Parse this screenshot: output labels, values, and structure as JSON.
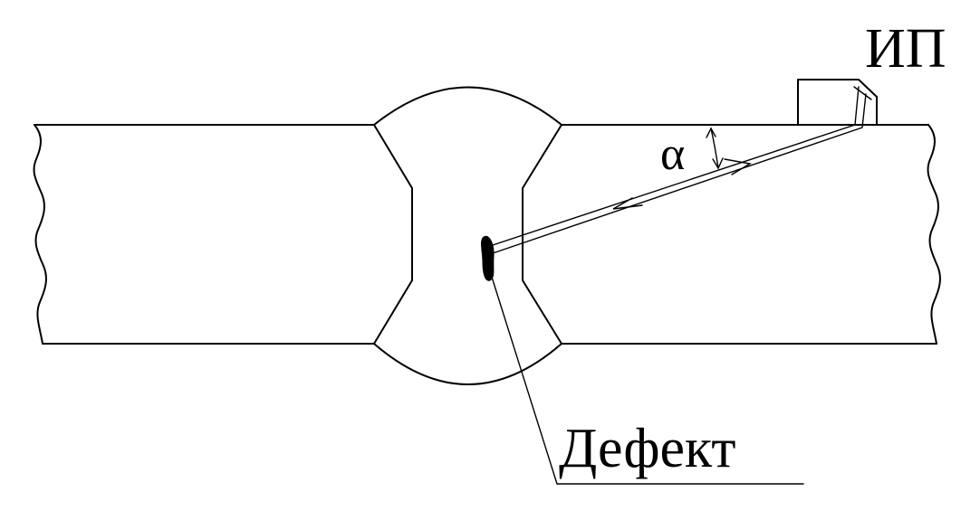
{
  "diagram": {
    "labels": {
      "probe": "ИП",
      "angle": "α",
      "defect": "Дефект"
    },
    "colors": {
      "stroke": "#000000",
      "background": "#ffffff"
    }
  }
}
